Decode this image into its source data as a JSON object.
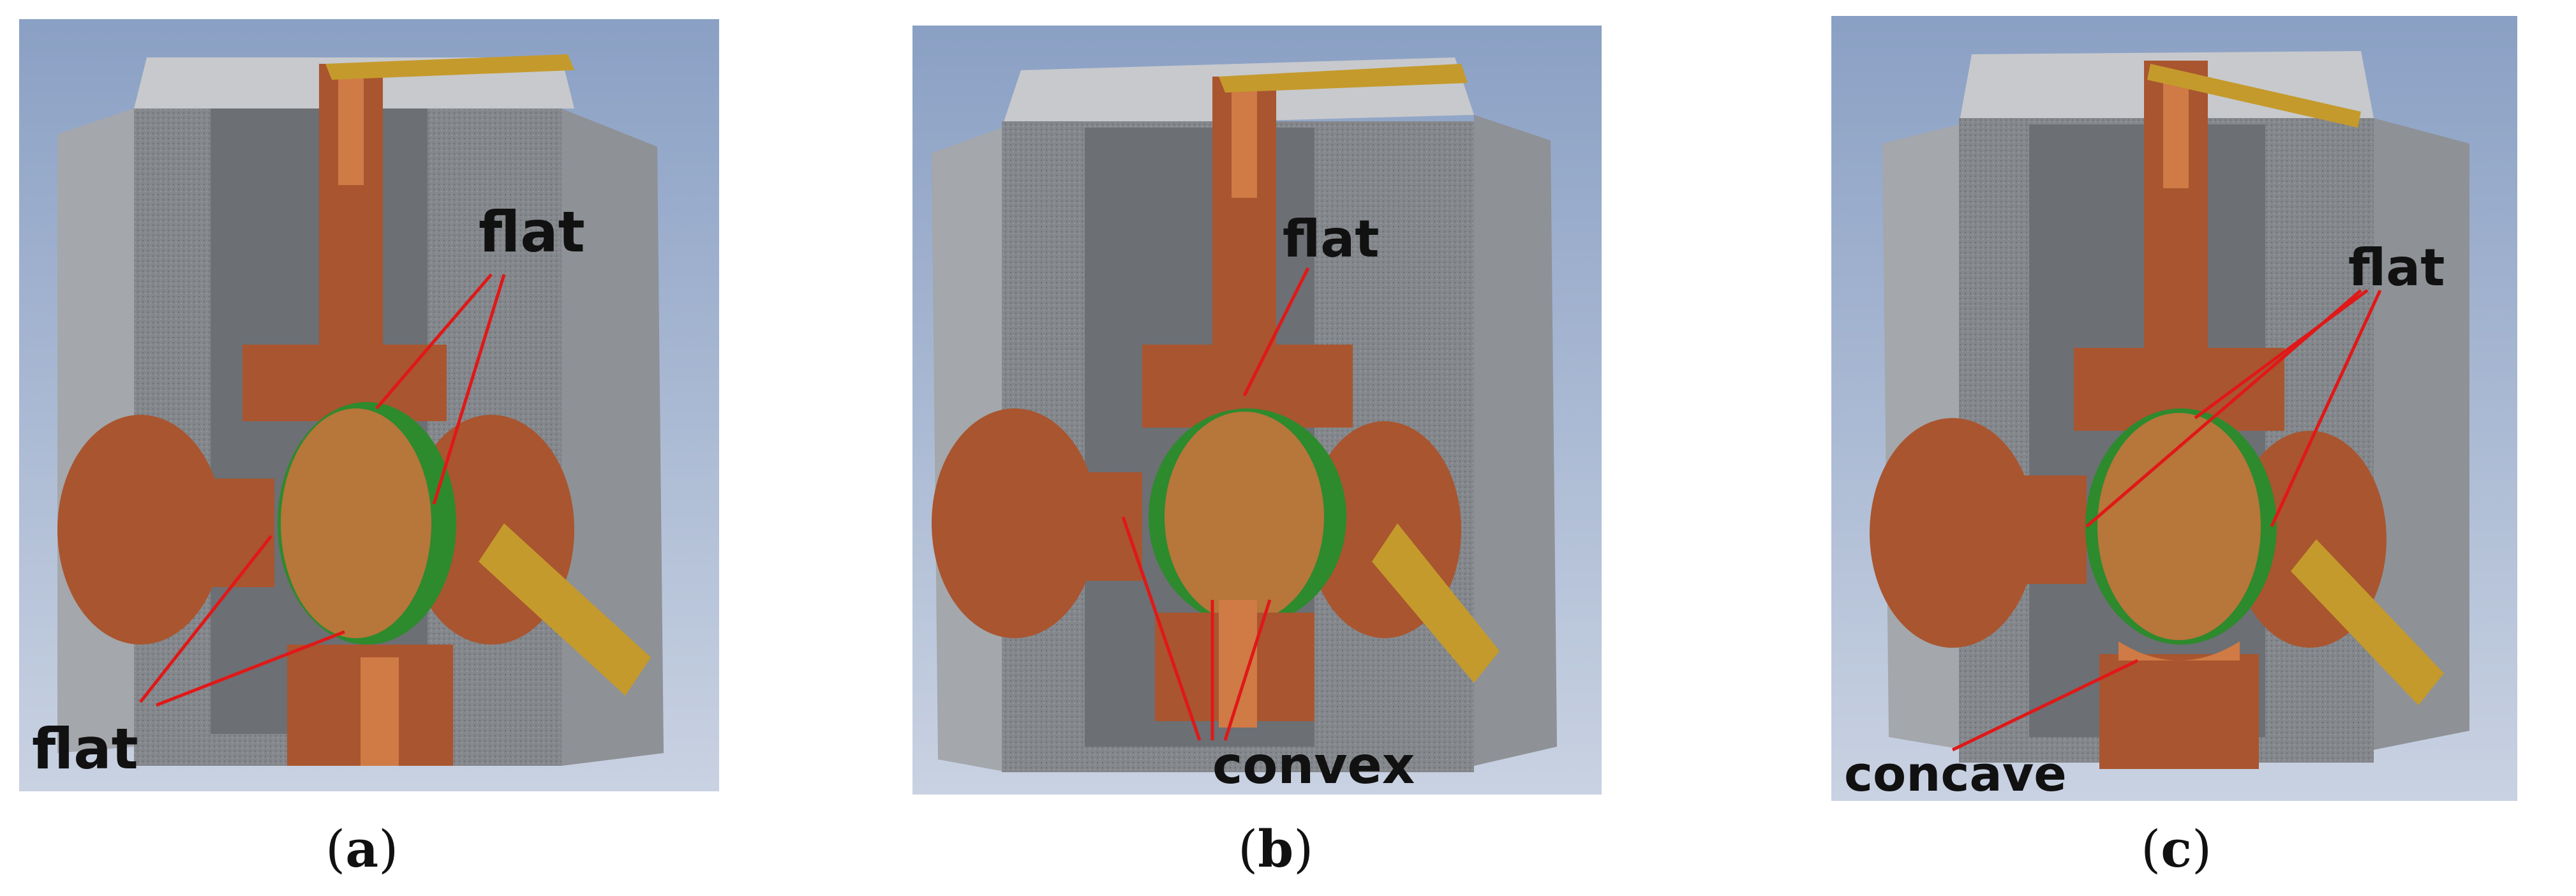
{
  "panels": [
    {
      "id": "a",
      "caption_letter": "a",
      "labels": {
        "top_flat": "flat",
        "bottom_flat": "flat"
      },
      "diagram": "mold-cross-section-flat-electrodes"
    },
    {
      "id": "b",
      "caption_letter": "b",
      "labels": {
        "top_flat": "flat",
        "bottom_convex": "convex"
      },
      "diagram": "mold-cross-section-convex-electrodes"
    },
    {
      "id": "c",
      "caption_letter": "c",
      "labels": {
        "top_flat": "flat",
        "bottom_concave": "concave"
      },
      "diagram": "mold-cross-section-concave-electrode"
    }
  ],
  "colors": {
    "background_top": "#8aa0c4",
    "background_bottom": "#c9d2e2",
    "steel": "#8e9196",
    "stone": "#7b7d80",
    "copper": "#a9552f",
    "copper_dark": "#7a3618",
    "green_insulator": "#2d8a2d",
    "sample": "#b7763a",
    "brass": "#c59a2c",
    "leader_line": "#e01818"
  }
}
